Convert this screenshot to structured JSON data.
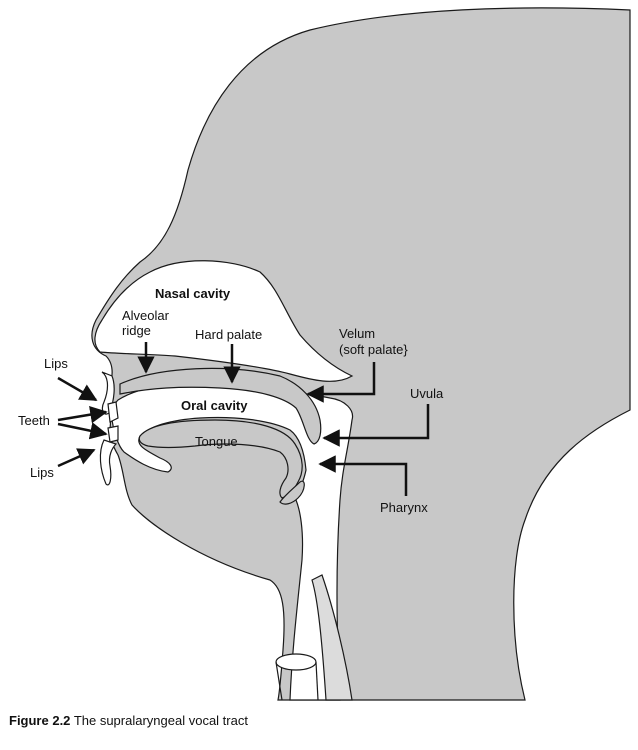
{
  "labels": {
    "nasal_cavity": "Nasal cavity",
    "alveolar_ridge": [
      "Alveolar",
      "ridge"
    ],
    "hard_palate": "Hard palate",
    "velum": [
      "Velum",
      "(soft palate}"
    ],
    "uvula": "Uvula",
    "oral_cavity": "Oral cavity",
    "tongue": "Tongue",
    "pharynx": "Pharynx",
    "lips_upper": "Lips",
    "lips_lower": "Lips",
    "teeth": "Teeth"
  },
  "caption": {
    "number": "Figure 2.2",
    "text": "The supralaryngeal vocal tract"
  },
  "colors": {
    "tissue": "#c8c8c8",
    "outline": "#1a1a1a",
    "cavity": "#ffffff",
    "trachea": "#dcdcdc"
  }
}
